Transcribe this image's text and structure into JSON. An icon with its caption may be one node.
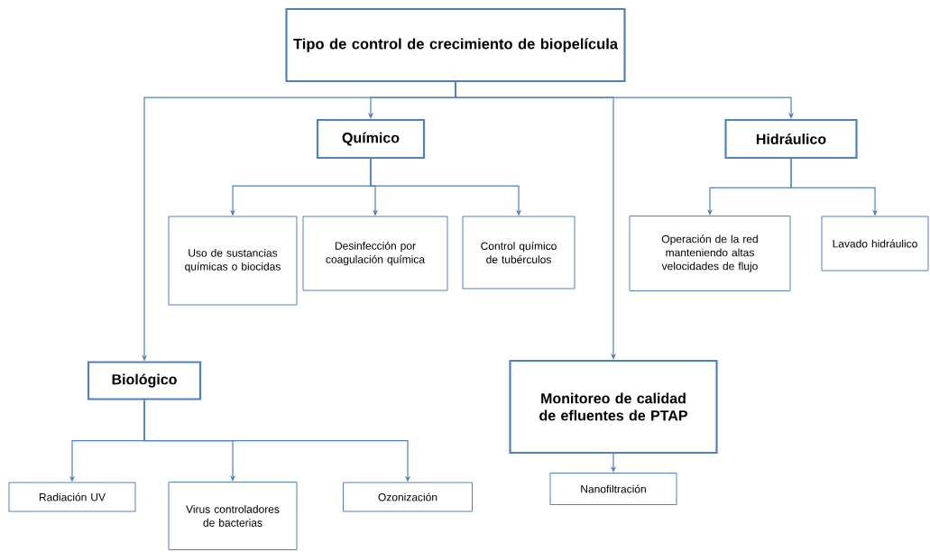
{
  "diagram": {
    "nodes": [
      {
        "text": [
          "Tipo de control de crecimiento de biopelícula"
        ]
      },
      {
        "text": [
          "Químico"
        ]
      },
      {
        "text": [
          "Hidráulico"
        ]
      },
      {
        "text": [
          "Uso de sustancias químicas o biocidas"
        ]
      },
      {
        "text": [
          "Desinfección por coagulación química"
        ]
      },
      {
        "text": [
          "Control químico de tubérculos"
        ]
      },
      {
        "text": [
          "Operación de la red manteniendo altas velocidades de flujo"
        ]
      },
      {
        "text": [
          "Lavado hidráulico"
        ]
      },
      {
        "text": [
          "Biológico"
        ]
      },
      {
        "text": [
          "Monitoreo de calidad de efluentes de PTAP"
        ]
      },
      {
        "text": [
          "Radiación UV"
        ]
      },
      {
        "text": [
          "Virus controladores de bacterias"
        ]
      },
      {
        "text": [
          "Ozonización"
        ]
      },
      {
        "text": [
          "Nanofiltración"
        ]
      }
    ],
    "edges": [
      {
        "from": 0,
        "to": 1,
        "arrow": "to"
      },
      {
        "from": 0,
        "to": 2,
        "arrow": "to"
      },
      {
        "from": 0,
        "to": 8,
        "arrow": "to"
      },
      {
        "from": 0,
        "to": 9,
        "arrow": "to"
      },
      {
        "from": 1,
        "to": 3,
        "arrow": "to"
      },
      {
        "from": 1,
        "to": 4,
        "arrow": "to"
      },
      {
        "from": 1,
        "to": 5,
        "arrow": "to"
      },
      {
        "from": 2,
        "to": 6,
        "arrow": "to"
      },
      {
        "from": 2,
        "to": 7,
        "arrow": "to"
      },
      {
        "from": 8,
        "to": 10,
        "arrow": "to"
      },
      {
        "from": 8,
        "to": 11,
        "arrow": "to"
      },
      {
        "from": 8,
        "to": 12,
        "arrow": "to"
      },
      {
        "from": 9,
        "to": 13,
        "arrow": "to"
      }
    ]
  }
}
